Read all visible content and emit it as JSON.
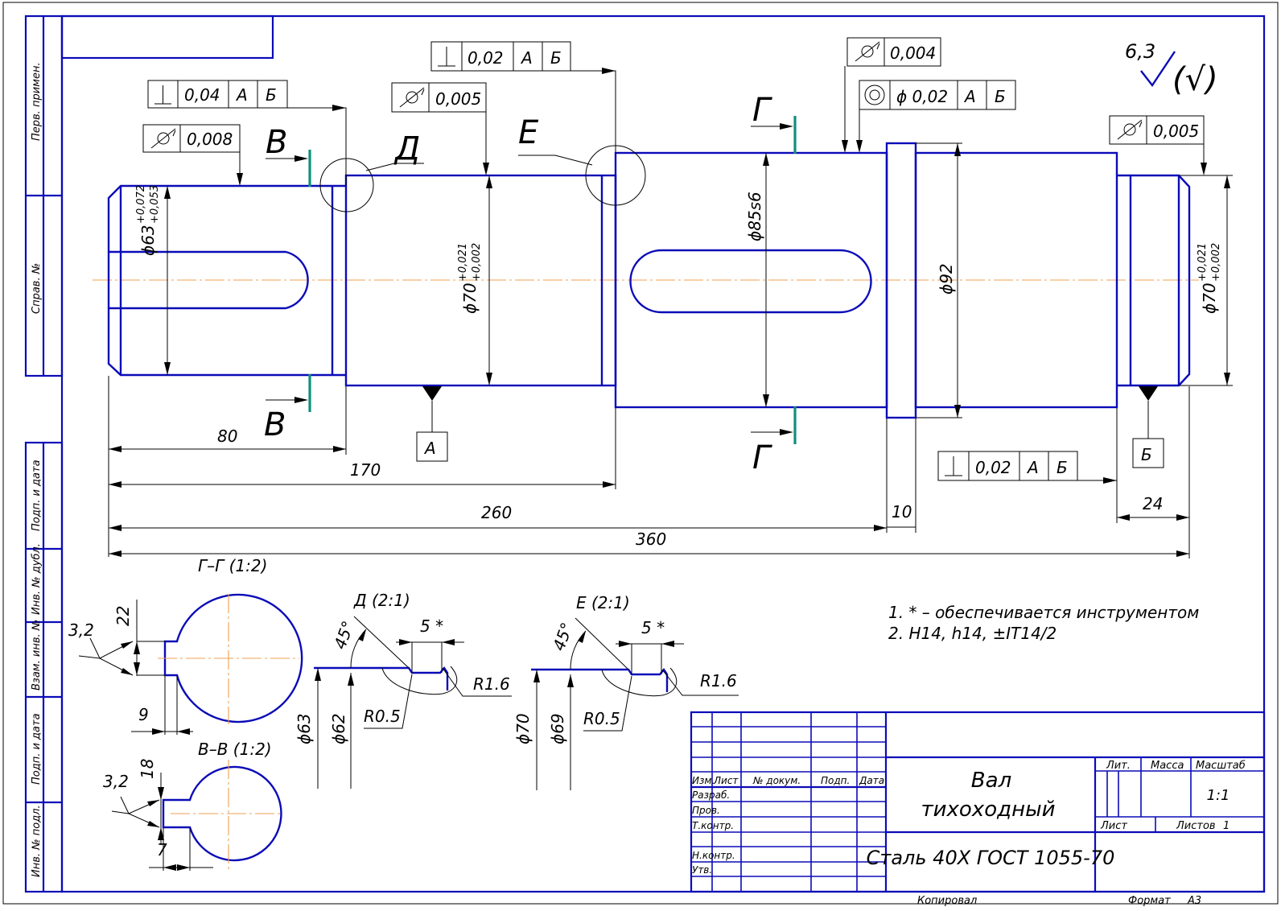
{
  "side_stamps": {
    "perv_primen": "Перв. примен.",
    "sprav_no": "Справ. №",
    "podp_data_1": "Подп. и дата",
    "inv_dubl": "Инв. № дубл.",
    "vzam_inv": "Взам. инв. №",
    "podp_data_2": "Подп. и дата",
    "inv_podl": "Инв. № подл."
  },
  "roughness": {
    "value": "6,3",
    "rest": "(√)"
  },
  "tolerances": {
    "perp_left": {
      "value": "0,04",
      "base1": "А",
      "base2": "Б"
    },
    "runout_left": {
      "value": "0,008"
    },
    "perp_mid": {
      "value": "0,02",
      "base1": "А",
      "base2": "Б"
    },
    "runout_mid": {
      "value": "0,005"
    },
    "runout_right_top": {
      "value": "0,004"
    },
    "concentric": {
      "value": "ϕ 0,02",
      "base1": "А",
      "base2": "Б"
    },
    "runout_end": {
      "value": "0,005"
    },
    "perp_collar": {
      "value": "0,02",
      "base1": "А",
      "base2": "Б"
    }
  },
  "datums": {
    "a": "А",
    "b": "Б"
  },
  "section_marks": {
    "v": "В",
    "g": "Г",
    "d": "Д",
    "e": "Е"
  },
  "diameters": {
    "d63_main": "ϕ63",
    "d63_up": "+0,072",
    "d63_lo": "+0,053",
    "d70_main": "ϕ70",
    "d70_up": "+0,021",
    "d70_lo": "+0,002",
    "d85": "ϕ85s6",
    "d92": "ϕ92",
    "d70r_main": "ϕ70",
    "d70r_up": "+0,021",
    "d70r_lo": "+0,002"
  },
  "lengths": {
    "l80": "80",
    "l170": "170",
    "l260": "260",
    "l360": "360",
    "l10": "10",
    "l24": "24"
  },
  "section_gg": {
    "title": "Г–Г (1:2)",
    "rough": "3,2",
    "depth": "22",
    "width": "9"
  },
  "section_vv": {
    "title": "В–В (1:2)",
    "rough": "3,2",
    "depth": "18",
    "width": "7"
  },
  "detail_d": {
    "title": "Д  (2:1)",
    "angle": "45°",
    "groove": "5 *",
    "r_big": "R1.6",
    "r_small": "R0.5",
    "dia1": "ϕ63",
    "dia2": "ϕ62"
  },
  "detail_e": {
    "title": "Е  (2:1)",
    "angle": "45°",
    "groove": "5 *",
    "r_big": "R1.6",
    "r_small": "R0.5",
    "dia1": "ϕ70",
    "dia2": "ϕ69"
  },
  "notes": [
    "1. * – обеспечивается инструментом",
    "2. H14, h14, ±IT14/2"
  ],
  "title_block": {
    "name_line1": "Вал",
    "name_line2": "тихоходный",
    "material": "Сталь 40Х ГОСТ 1055-70",
    "lit": "Лит.",
    "massa": "Масса",
    "masshtab": "Масштаб",
    "scale_value": "1:1",
    "list": "Лист",
    "listov": "Листов",
    "listov_value": "1",
    "col_izm": "Изм.",
    "col_list": "Лист",
    "col_doc": "№ докум.",
    "col_podp": "Подп.",
    "col_data": "Дата",
    "role_razrab": "Разраб.",
    "role_prov": "Пров.",
    "role_tkontr": "Т.контр.",
    "role_nkontr": "Н.контр.",
    "role_utv": "Утв."
  },
  "footer": {
    "copied": "Копировал",
    "format_label": "Формат",
    "format_value": "А3"
  }
}
